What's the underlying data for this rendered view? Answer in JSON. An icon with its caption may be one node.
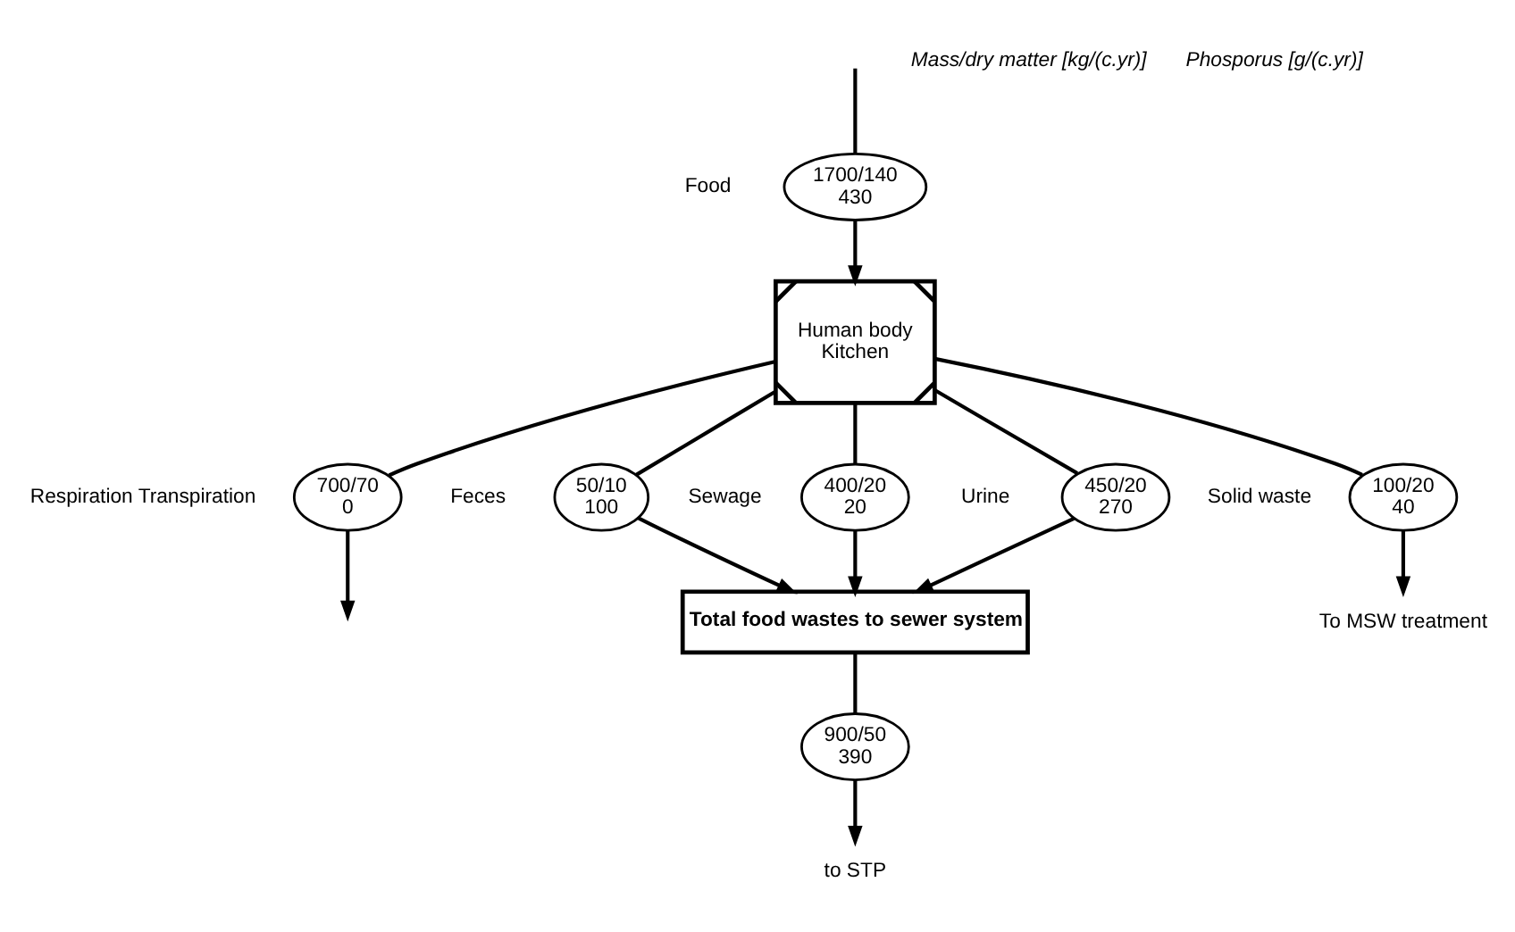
{
  "diagram": {
    "nodes": [
      {
        "text": [
          "Human body",
          "Kitchen"
        ]
      },
      {
        "text": [
          "1700/140",
          "430"
        ],
        "beside": [
          "Food"
        ]
      },
      {
        "text": [
          "700/70",
          "0"
        ],
        "beside": [
          "Respiration Transpiration"
        ]
      },
      {
        "text": [
          "450/20",
          "270"
        ],
        "beside": [
          "Urine"
        ]
      },
      {
        "text": [
          "50/10",
          "100"
        ],
        "beside": [
          "Feces"
        ]
      },
      {
        "text": [
          "100/20",
          "40"
        ],
        "beside": [
          "Solid waste"
        ]
      },
      {
        "text": [
          "400/20",
          "20"
        ],
        "beside": [
          "Sewage"
        ]
      },
      {
        "text": [
          "Total food wastes to sewer system"
        ]
      },
      {
        "text": [
          "900/50",
          "390"
        ]
      },
      {
        "text": [
          "to STP"
        ]
      },
      {
        "text": [
          "To MSW treatment"
        ]
      }
    ],
    "edges": [
      {
        "from": null,
        "to": 1,
        "arrow": "none"
      },
      {
        "from": 1,
        "to": 0,
        "arrow": "to"
      },
      {
        "from": 0,
        "to": 2,
        "arrow": "none"
      },
      {
        "from": 2,
        "to": null,
        "arrow": "to"
      },
      {
        "from": 0,
        "to": 3,
        "arrow": "none"
      },
      {
        "from": 3,
        "to": 7,
        "arrow": "to"
      },
      {
        "from": 0,
        "to": 4,
        "arrow": "none"
      },
      {
        "from": 4,
        "to": 7,
        "arrow": "to"
      },
      {
        "from": 0,
        "to": 5,
        "arrow": "none"
      },
      {
        "from": 5,
        "to": 10,
        "arrow": "to"
      },
      {
        "from": 0,
        "to": 6,
        "arrow": "none"
      },
      {
        "from": 6,
        "to": 7,
        "arrow": "to"
      },
      {
        "from": 7,
        "to": 8,
        "arrow": "none"
      },
      {
        "from": 8,
        "to": 9,
        "arrow": "to"
      }
    ],
    "labels": [
      "Mass/dry matter [kg/(c.yr)]",
      "Phosporus [g/(c.yr)]"
    ]
  }
}
